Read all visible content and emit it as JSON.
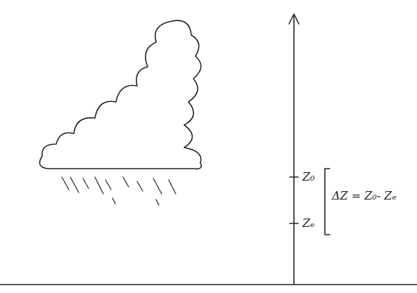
{
  "diagram": {
    "labels": [
      "Z₀",
      "Zₑ",
      "ΔZ = Z₀- Zₑ"
    ]
  }
}
